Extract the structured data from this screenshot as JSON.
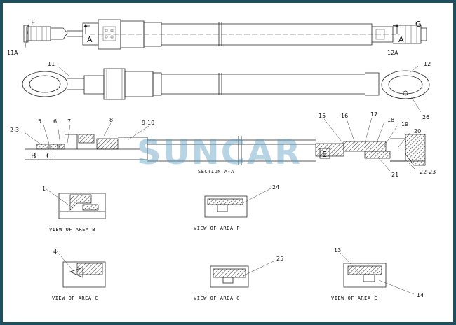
{
  "watermark": "SUNCAR",
  "views": {
    "a": "A",
    "b": "B",
    "c": "C",
    "e": "E",
    "f": "F",
    "g": "G"
  },
  "callouts": {
    "c1": "1",
    "c2_3": "2-3",
    "c4": "4",
    "c5": "5",
    "c6": "6",
    "c7": "7",
    "c8": "8",
    "c9_10": "9-10",
    "c11": "11",
    "c11a": "11A",
    "c12": "12",
    "c12a": "12A",
    "c13": "13",
    "c14": "14",
    "c15": "15",
    "c16": "16",
    "c17": "17",
    "c18": "18",
    "c19": "19",
    "c20": "20",
    "c21": "21",
    "c22_23": "22-23",
    "c24": "24",
    "c25": "25",
    "c26": "26"
  },
  "captions": {
    "section": "SECTION A-A",
    "area_b": "VIEW OF AREA B",
    "area_f": "VIEW OF AREA F",
    "area_c": "VIEW OF AREA C",
    "area_g": "VIEW OF AREA G",
    "area_e": "VIEW OF AREA E"
  },
  "colors": {
    "frame": "#1f4f5e",
    "watermark": "#5e9fc4"
  }
}
